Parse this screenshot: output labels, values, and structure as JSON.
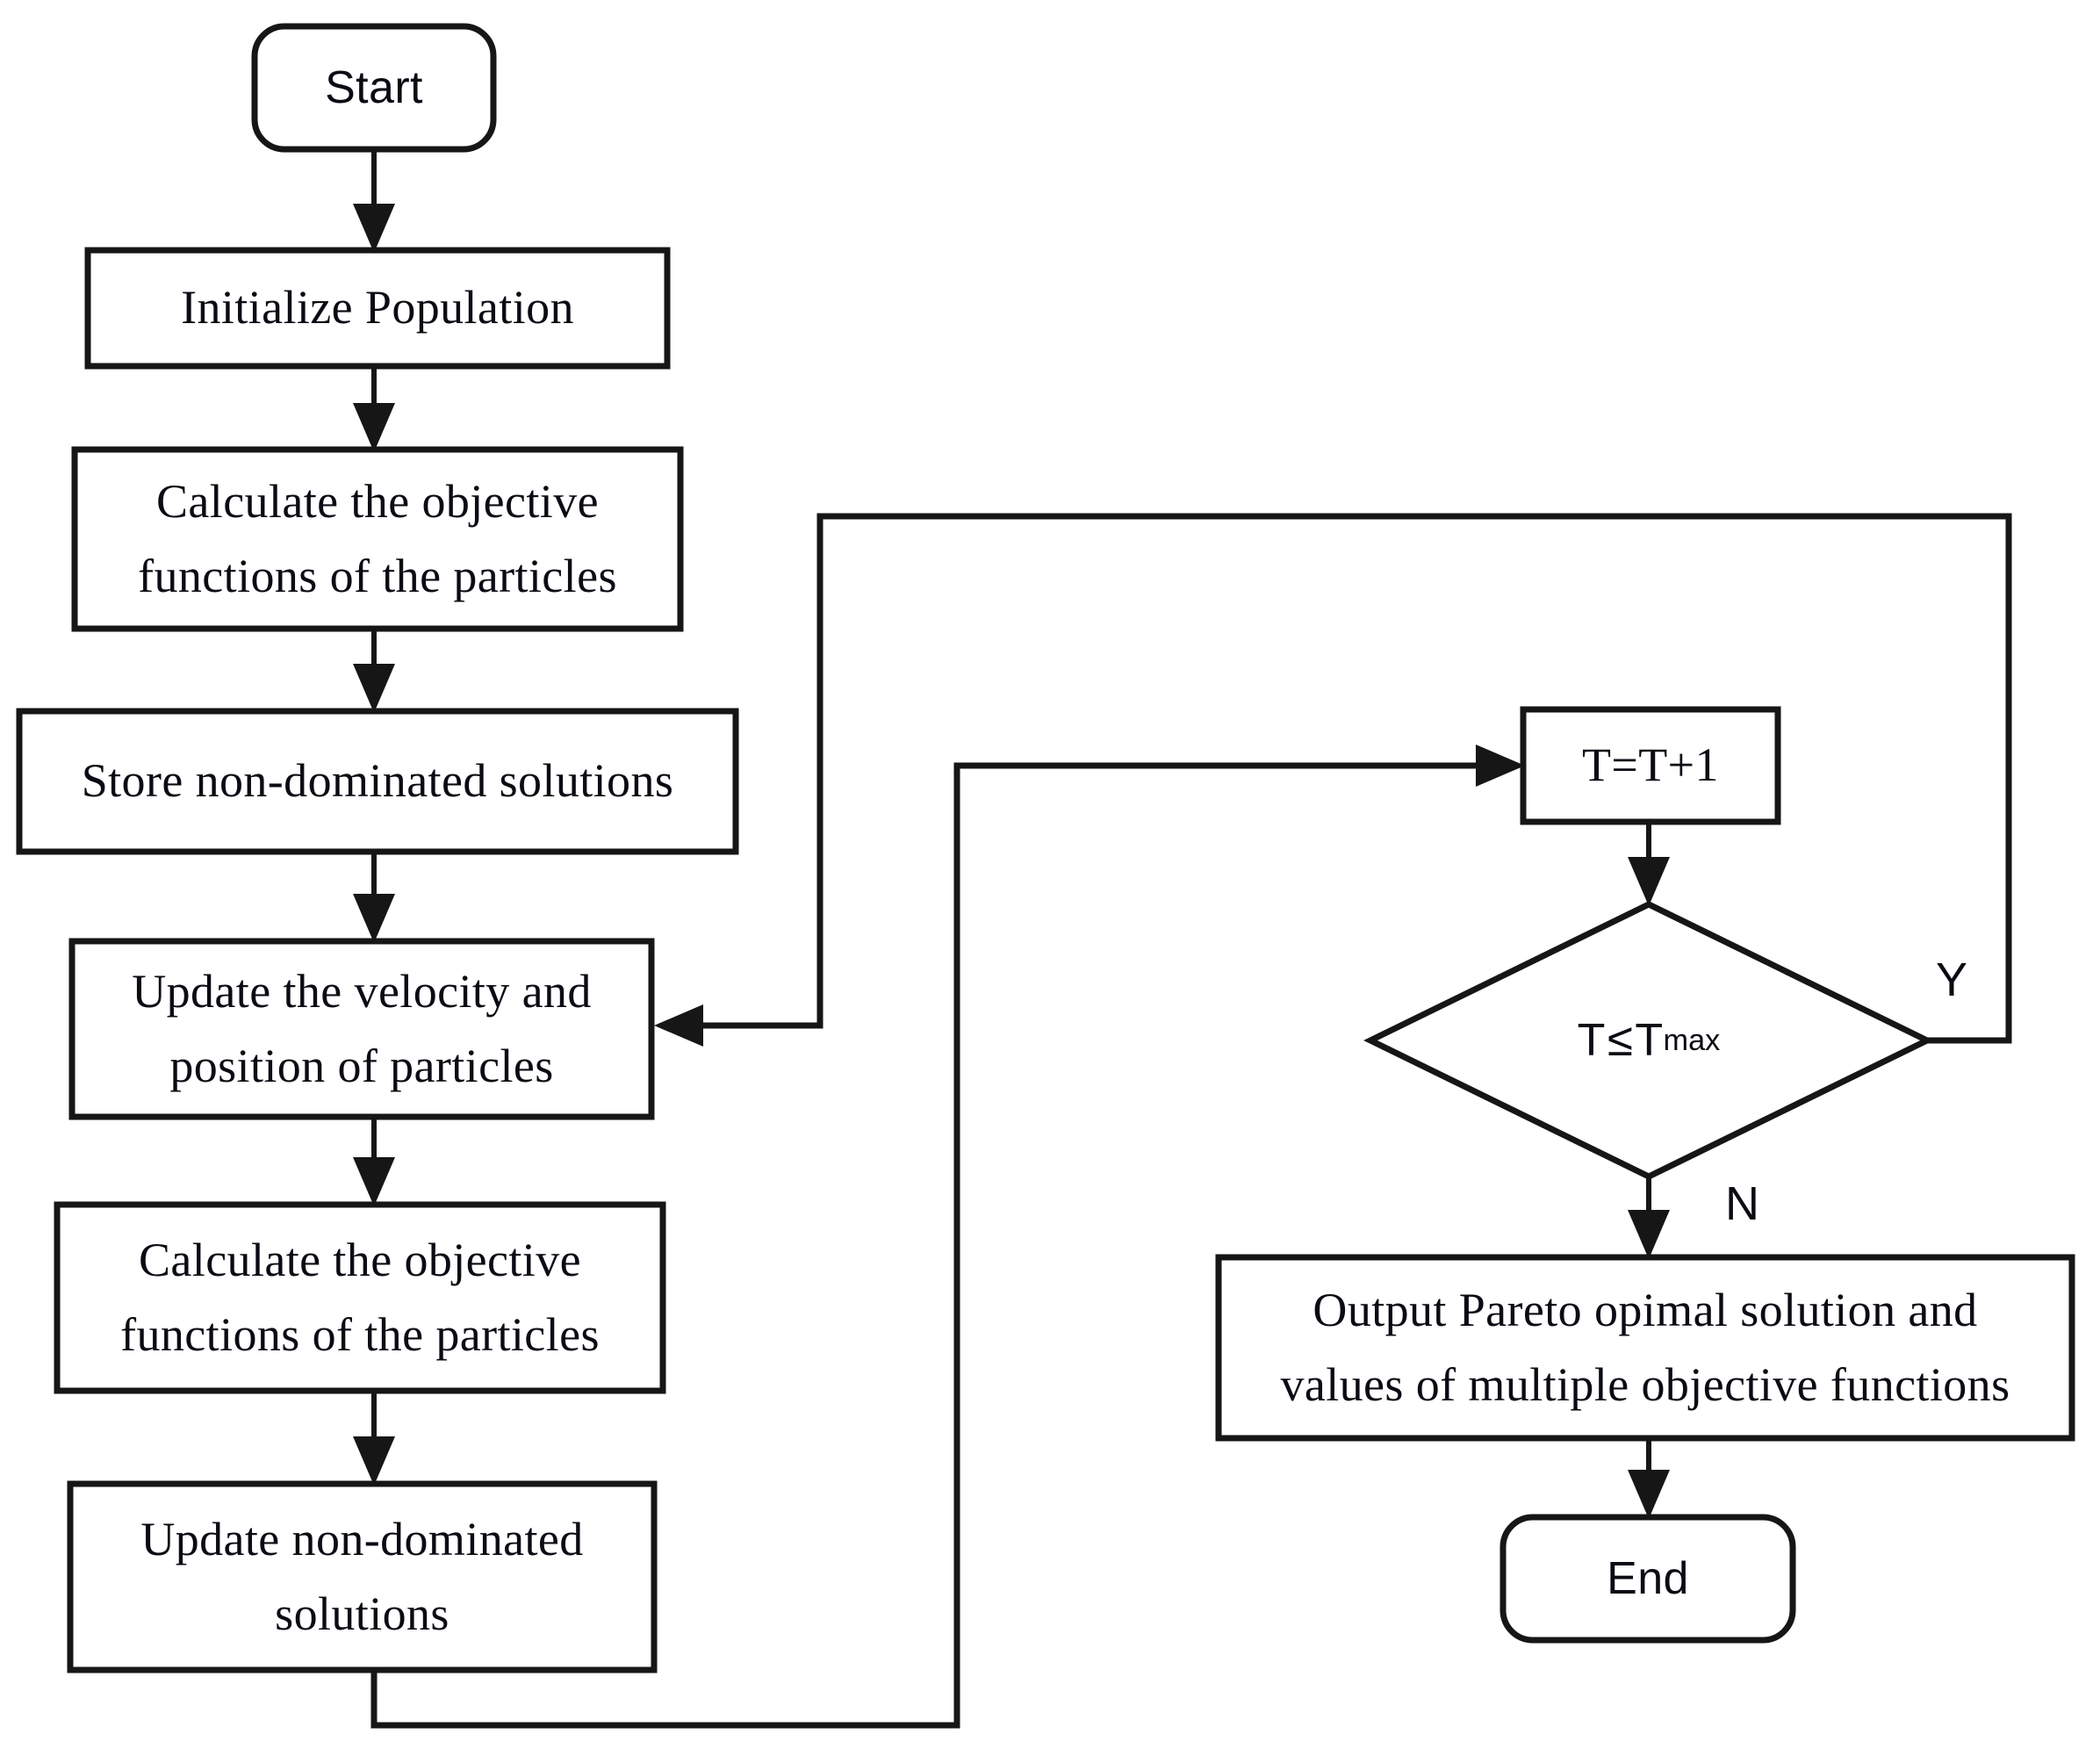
{
  "diagram": {
    "type": "flowchart",
    "title_visible": false,
    "background_color": "#ffffff",
    "line_color": "#161616",
    "text_color": "#0b0b14",
    "nodes": [
      {
        "id": "start",
        "shape": "rounded-terminator",
        "label": "Start"
      },
      {
        "id": "init",
        "shape": "rectangle",
        "label": "Initialize Population"
      },
      {
        "id": "calc1",
        "shape": "rectangle",
        "label": "Calculate the objective\nfunctions of the particles"
      },
      {
        "id": "store",
        "shape": "rectangle",
        "label": "Store non-dominated solutions"
      },
      {
        "id": "update_vp",
        "shape": "rectangle",
        "label": "Update the velocity and\nposition of particles"
      },
      {
        "id": "calc2",
        "shape": "rectangle",
        "label": "Calculate the objective\nfunctions of the particles"
      },
      {
        "id": "update_nd",
        "shape": "rectangle",
        "label": "Update non-dominated\nsolutions"
      },
      {
        "id": "increment",
        "shape": "rectangle",
        "label": "T=T+1"
      },
      {
        "id": "decision",
        "shape": "diamond",
        "label": "T≤Tmax",
        "label_base": "T",
        "label_op": "≤",
        "label_var": "T",
        "label_subscript": "max"
      },
      {
        "id": "output",
        "shape": "rectangle",
        "label": "Output Pareto opimal solution and\nvalues of multiple objective functions"
      },
      {
        "id": "end",
        "shape": "rounded-terminator",
        "label": "End"
      }
    ],
    "edges": [
      {
        "from": "start",
        "to": "init",
        "label": ""
      },
      {
        "from": "init",
        "to": "calc1",
        "label": ""
      },
      {
        "from": "calc1",
        "to": "store",
        "label": ""
      },
      {
        "from": "store",
        "to": "update_vp",
        "label": ""
      },
      {
        "from": "update_vp",
        "to": "calc2",
        "label": ""
      },
      {
        "from": "calc2",
        "to": "update_nd",
        "label": ""
      },
      {
        "from": "update_nd",
        "to": "increment",
        "label": ""
      },
      {
        "from": "increment",
        "to": "decision",
        "label": ""
      },
      {
        "from": "decision",
        "to": "update_vp",
        "label": "Y"
      },
      {
        "from": "decision",
        "to": "output",
        "label": "N"
      },
      {
        "from": "output",
        "to": "end",
        "label": ""
      }
    ],
    "branch_labels": {
      "yes": "Y",
      "no": "N"
    }
  }
}
